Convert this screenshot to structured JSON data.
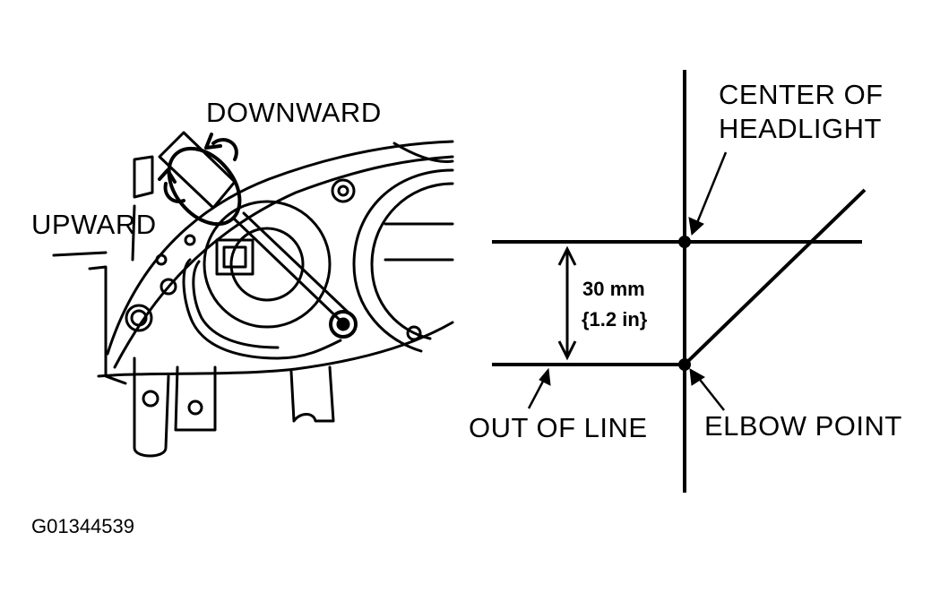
{
  "labels": {
    "downward": "DOWNWARD",
    "upward": "UPWARD",
    "center_line1": "CENTER OF",
    "center_line2": "HEADLIGHT",
    "dimension_mm": "30 mm",
    "dimension_in": "{1.2 in}",
    "out_of_line": "OUT OF LINE",
    "elbow_point": "ELBOW POINT",
    "figure_id": "G01344539"
  },
  "colors": {
    "ink": "#000000",
    "paper": "#ffffff"
  }
}
